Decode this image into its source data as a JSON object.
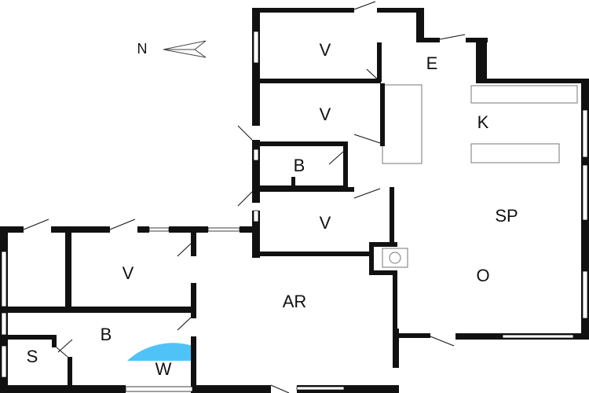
{
  "compass": {
    "label": "N"
  },
  "rooms": [
    {
      "id": "v1",
      "label": "V"
    },
    {
      "id": "e",
      "label": "E"
    },
    {
      "id": "v2",
      "label": "V"
    },
    {
      "id": "k",
      "label": "K"
    },
    {
      "id": "b1",
      "label": "B"
    },
    {
      "id": "sp",
      "label": "SP"
    },
    {
      "id": "v3",
      "label": "V"
    },
    {
      "id": "o",
      "label": "O"
    },
    {
      "id": "v4",
      "label": "V"
    },
    {
      "id": "ar",
      "label": "AR"
    },
    {
      "id": "b2",
      "label": "B"
    },
    {
      "id": "s",
      "label": "S"
    },
    {
      "id": "w",
      "label": "W"
    }
  ],
  "colors": {
    "wall": "#111111",
    "shower": "#4fc3f7",
    "fixture": "#777777"
  }
}
